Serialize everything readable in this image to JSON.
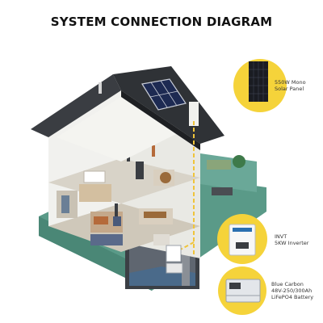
{
  "title": "SYSTEM CONNECTION DIAGRAM",
  "components": [
    {
      "id": "panel",
      "lines": [
        "550W Mono",
        "Solar Panel"
      ]
    },
    {
      "id": "inverter",
      "lines": [
        "INVT",
        "5KW Inverter"
      ],
      "brand": "INVT"
    },
    {
      "id": "battery",
      "lines": [
        "Blue Carbon",
        "48V-250/300Ah",
        "LiFePO4 Battery"
      ]
    }
  ],
  "colors": {
    "accent": "#f5d33a",
    "ground": "#5a9a88",
    "roof": "#3a3d42",
    "cable": "#f0c43a"
  }
}
